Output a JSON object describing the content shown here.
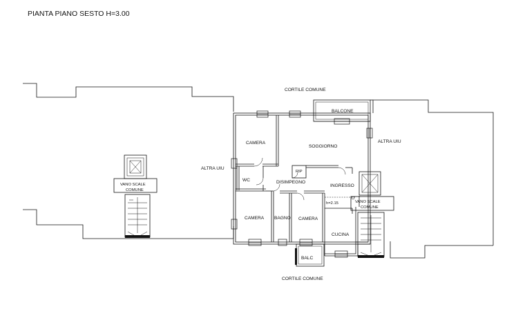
{
  "title": "PIANTA PIANO SESTO H=3.00",
  "surroundings": {
    "top": "CORTILE COMUNE",
    "bottom": "CORTILE COMUNE",
    "left": "ALTRA UIU",
    "right": "ALTRA UIU"
  },
  "stairs": {
    "left_line1": "VANO SCALE",
    "left_line2": "COMUNE",
    "right_line1": "VANO SCALE",
    "right_line2": "COMUNE"
  },
  "rooms": {
    "balcone": "BALCONE",
    "camera_top": "CAMERA",
    "soggiorno": "SOGGIORNO",
    "rip": "RIP",
    "wc": "WC",
    "disimpegno": "DISIMPEGNO",
    "ingresso": "INGRESSO",
    "height_note": "h=2.15",
    "camera_left": "CAMERA",
    "bagno": "BAGNO",
    "camera_mid": "CAMERA",
    "cucina": "CUCINA",
    "balc": "BALC"
  }
}
